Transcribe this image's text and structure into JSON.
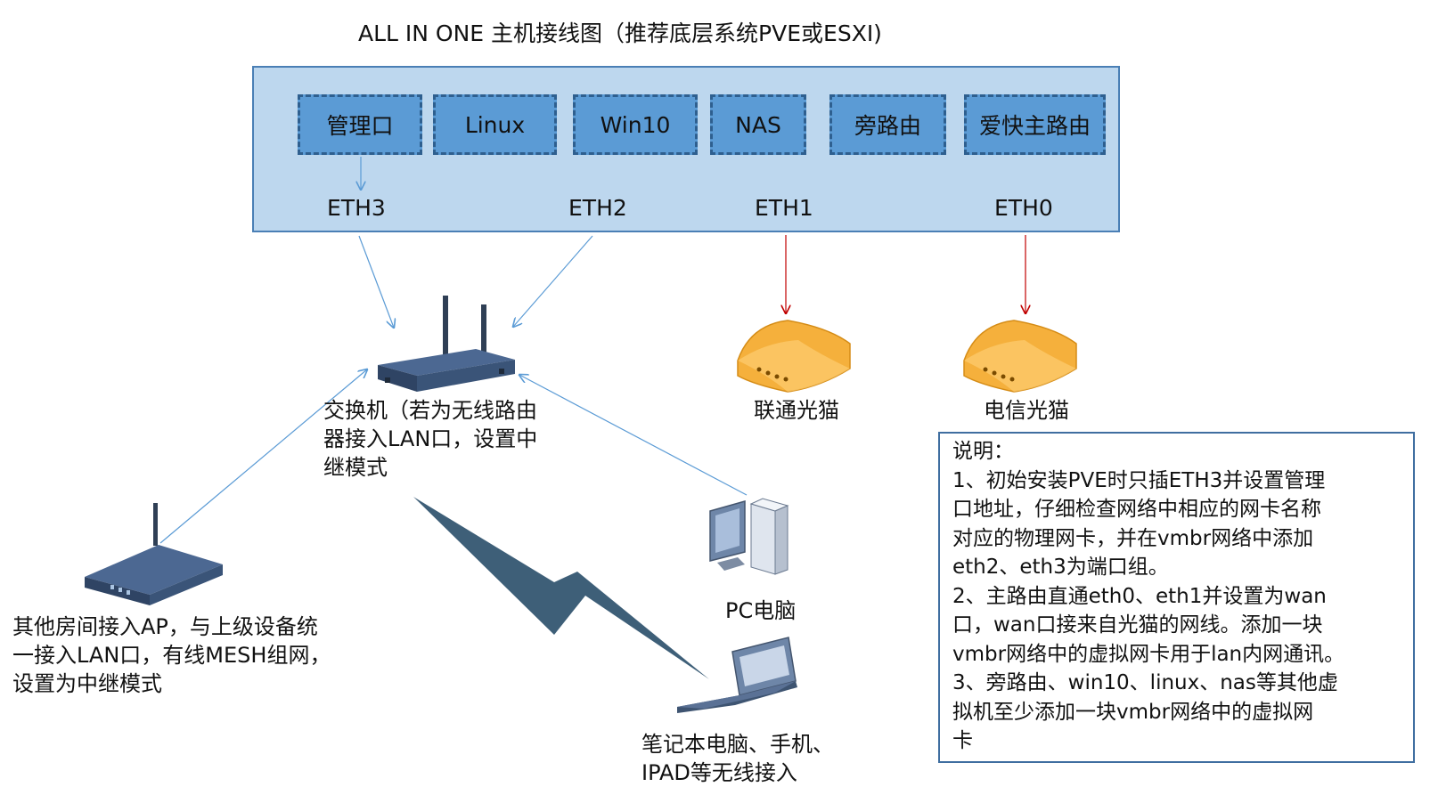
{
  "title": "ALL IN ONE 主机接线图（推荐底层系统PVE或ESXI)",
  "vms": [
    "管理口",
    "Linux",
    "Win10",
    "NAS",
    "旁路由",
    "爱快主路由"
  ],
  "eth_ports": [
    "ETH3",
    "ETH2",
    "ETH1",
    "ETH0"
  ],
  "devices": {
    "switch": [
      "交换机（若为无线路由",
      "器接入LAN口，设置中",
      "继模式"
    ],
    "modem_unicom": "联通光猫",
    "modem_telecom": "电信光猫",
    "ap": [
      "其他房间接入AP，与上级设备统",
      "一接入LAN口，有线MESH组网，",
      "设置为中继模式"
    ],
    "pc": "PC电脑",
    "laptop": [
      "笔记本电脑、手机、",
      "IPAD等无线接入"
    ]
  },
  "notes": [
    "说明：",
    "1、初始安装PVE时只插ETH3并设置管理",
    "口地址，仔细检查网络中相应的网卡名称",
    "对应的物理网卡，并在vmbr网络中添加",
    "eth2、eth3为端口组。",
    "2、主路由直通eth0、eth1并设置为wan",
    "口，wan口接来自光猫的网线。添加一块",
    "vmbr网络中的虚拟网卡用于lan内网通讯。",
    "3、旁路由、win10、linux、nas等其他虚",
    "拟机至少添加一块vmbr网络中的虚拟网",
    "卡"
  ],
  "colors": {
    "host_fill": "#bdd7ee",
    "vm_fill": "#5b9bd5",
    "lan_line": "#5b9bd5",
    "wan_line": "#c00000",
    "modem": "#f5b03c"
  }
}
